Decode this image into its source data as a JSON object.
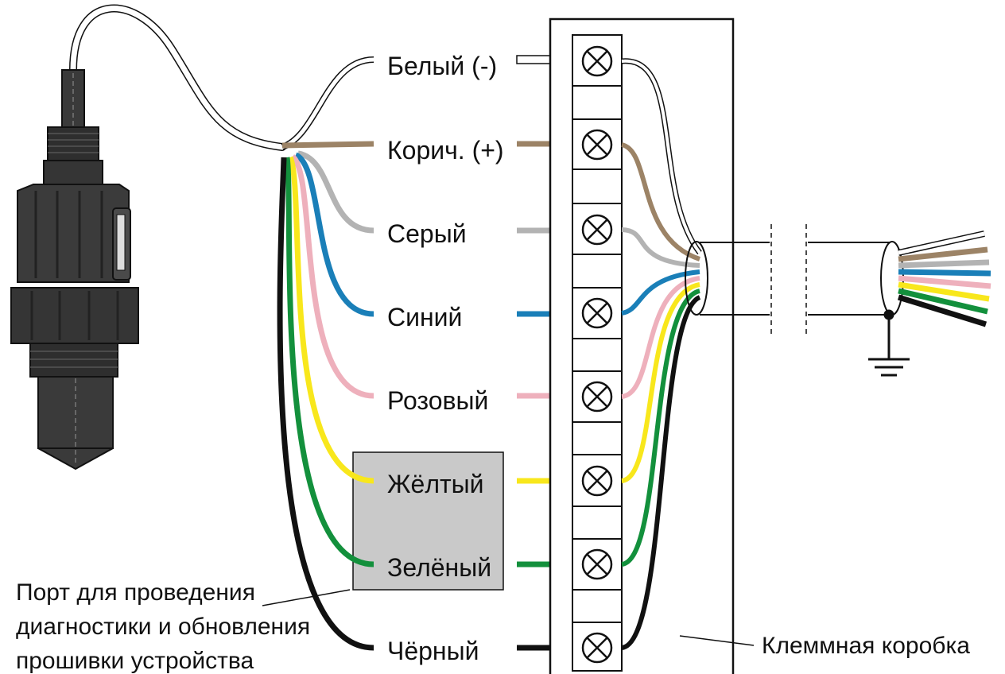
{
  "wires": [
    {
      "label": "Белый (-)",
      "color": "#ffffff"
    },
    {
      "label": "Корич. (+)",
      "color": "#9c8366"
    },
    {
      "label": "Серый",
      "color": "#b3b3b3"
    },
    {
      "label": "Синий",
      "color": "#1a7fb8"
    },
    {
      "label": "Розовый",
      "color": "#eeb0bc"
    },
    {
      "label": "Жёлтый",
      "color": "#f8e71c"
    },
    {
      "label": "Зелёный",
      "color": "#13903c"
    },
    {
      "label": "Чёрный",
      "color": "#111111"
    }
  ],
  "annotations": {
    "port_line1": "Порт для проведения",
    "port_line2": "диагностики и обновления",
    "port_line3": "прошивки устройства",
    "terminal_box": "Клеммная коробка"
  },
  "colors": {
    "sensor_body": "#3a3a3a",
    "port_box": "#c9c9c9",
    "outline": "#111111"
  }
}
